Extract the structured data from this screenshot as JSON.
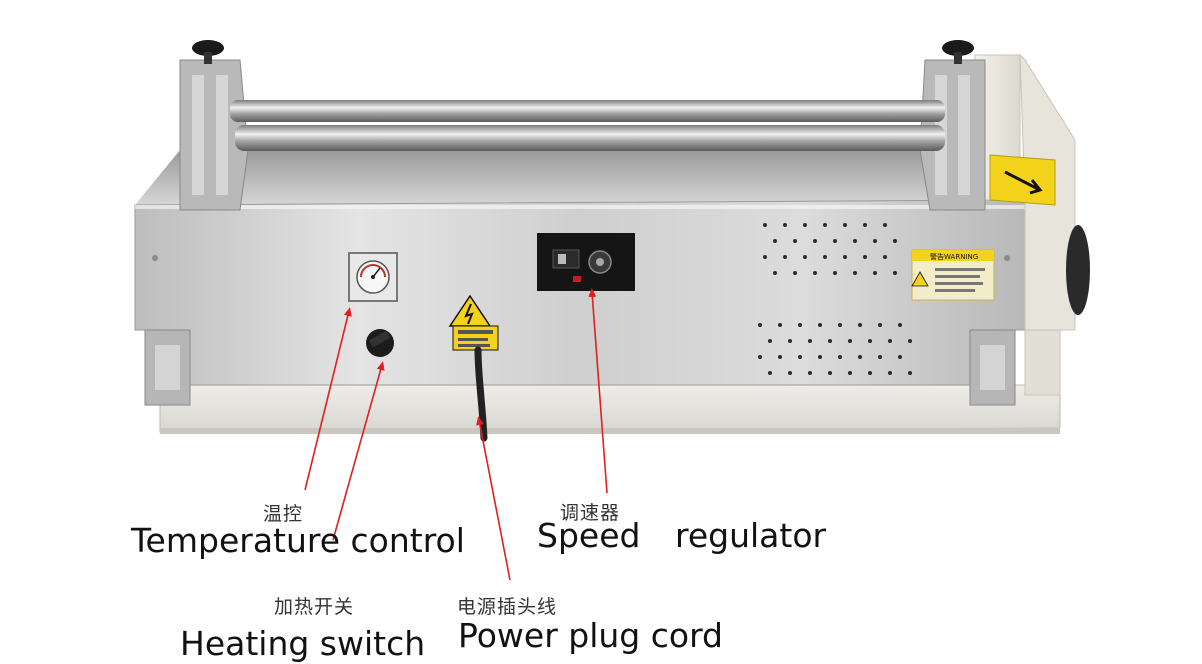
{
  "labels": {
    "temperature_control": {
      "cn": "温控",
      "en": "Temperature control"
    },
    "speed_regulator": {
      "cn": "调速器",
      "en_1": "Speed",
      "en_2": "regulator"
    },
    "heating_switch": {
      "cn": "加热开关",
      "en": "Heating switch"
    },
    "power_plug_cord": {
      "cn": "电源插头线",
      "en": "Power plug cord"
    }
  },
  "warning_sticker": {
    "title": "警告WARNING"
  },
  "colors": {
    "arrow": "#e02020",
    "steel": "#c9c9c9",
    "base": "#e6e4de",
    "warning": "#f2d21a",
    "panel": "#151515"
  }
}
